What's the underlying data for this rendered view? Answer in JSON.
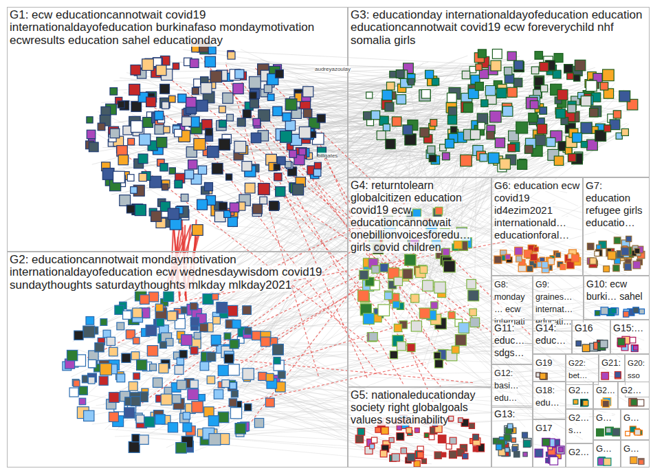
{
  "diagram": {
    "nodes": [
      {
        "text": [
          "G1: ecw educationcannotwait covid19 internationaldayofeducation burkinafaso mondaymotivation ecwresults education sahel educationday"
        ]
      },
      {
        "text": [
          "G3: educationday internationaldayofeducation education educationcannotwait covid19 ecw foreverychild nhf somalia girls"
        ]
      },
      {
        "text": [
          "G4: returntolearn globalcitizen education covid19 ecw educationcannotwait onebillionvoicesforedu… girls covid children"
        ]
      },
      {
        "text": [
          "G6: education ecw covid19 id4ezim2021 internationald… educationforal…"
        ]
      },
      {
        "text": [
          "G7: education refugee girls educatio…"
        ]
      },
      {
        "text": [
          "G8: monday… ecw internati…"
        ]
      },
      {
        "text": [
          "G9: graines… internat… educati…"
        ]
      },
      {
        "text": [
          "G10: ecw burki… sahel"
        ]
      },
      {
        "text": [
          "G11: educ… sdgs…"
        ]
      },
      {
        "text": [
          "G14: educ…"
        ]
      },
      {
        "text": [
          "G16"
        ]
      },
      {
        "text": [
          "G15:…"
        ]
      },
      {
        "text": [
          "G19"
        ]
      },
      {
        "text": [
          "G22: bet…"
        ]
      },
      {
        "text": [
          "G21:"
        ]
      },
      {
        "text": [
          "G20: sso…"
        ]
      },
      {
        "text": [
          "G12: basi… edu…"
        ]
      },
      {
        "text": [
          "G18: edu…"
        ]
      },
      {
        "text": [
          "G2…"
        ]
      },
      {
        "text": [
          "G2…"
        ]
      },
      {
        "text": [
          "G2…"
        ]
      },
      {
        "text": [
          "G2: educationcannotwait mondaymotivation internationaldayofeducation ecw wednesdaywisdom covid19 sundaythoughts saturdaythoughts mlkday mlkday2021"
        ]
      },
      {
        "text": [
          "G5: nationaleducationday society right globalgoals values sustainability"
        ]
      },
      {
        "text": [
          "G13:"
        ]
      },
      {
        "text": [
          "G17"
        ]
      },
      {
        "text": [
          "G2… s…"
        ]
      },
      {
        "text": [
          "G…"
        ]
      },
      {
        "text": [
          "G…"
        ]
      },
      {
        "text": [
          "G2…"
        ]
      },
      {
        "text": [
          "G…"
        ]
      },
      {
        "text": [
          "G…"
        ]
      }
    ],
    "labels": [
      "audreyazoulay",
      "billgates"
    ]
  }
}
